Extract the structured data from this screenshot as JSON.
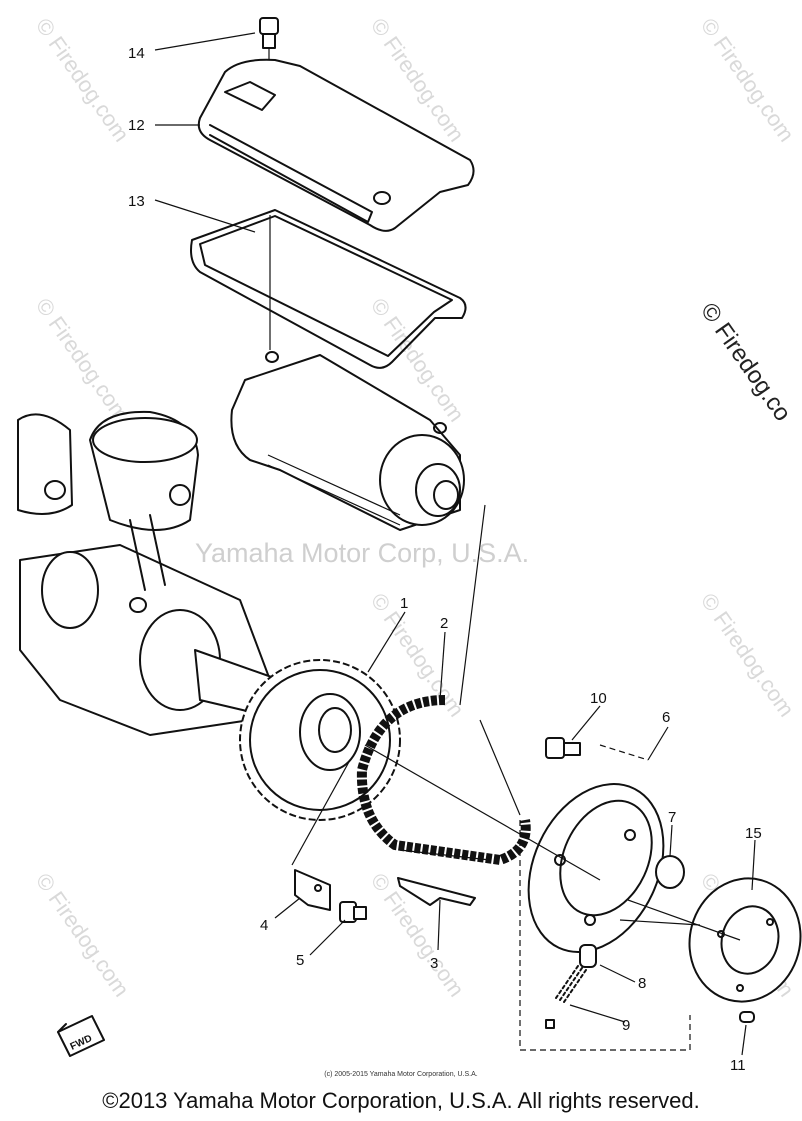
{
  "watermarks": {
    "site": "© Firedog.com",
    "site_cut": "© Firedog.co",
    "center": "Yamaha Motor Corp, U.S.A."
  },
  "callouts": {
    "n1": "1",
    "n2": "2",
    "n3": "3",
    "n4": "4",
    "n5": "5",
    "n6": "6",
    "n7": "7",
    "n8": "8",
    "n9": "9",
    "n10": "10",
    "n11": "11",
    "n12": "12",
    "n13": "13",
    "n14": "14",
    "n15": "15"
  },
  "fwd_badge": "FWD",
  "small_copyright": "(c) 2005-2015 Yamaha Motor Corporation, U.S.A.",
  "copyright": "©2013 Yamaha Motor Corporation, U.S.A. All rights reserved."
}
